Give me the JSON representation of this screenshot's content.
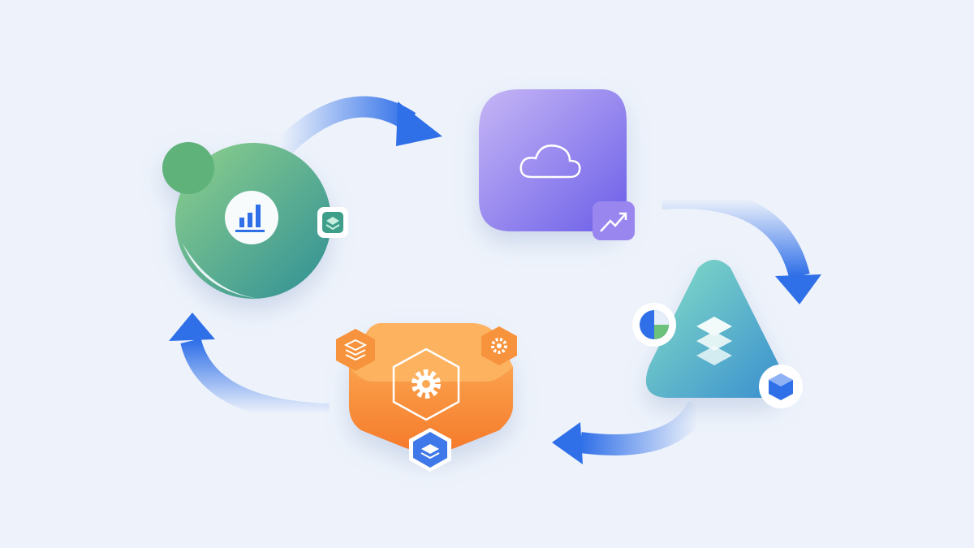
{
  "diagram": {
    "type": "cycle",
    "nodes": [
      {
        "name": "analytics",
        "icon": "bar-chart-icon",
        "badge": "layers-icon",
        "color": "#4fae8a"
      },
      {
        "name": "cloud",
        "icon": "cloud-icon",
        "badge": "trend-up-icon",
        "color": "#8b7cf0"
      },
      {
        "name": "data-layers",
        "icon": "stack-icon",
        "badges": [
          "pie-chart-icon",
          "cube-icon"
        ],
        "color": "#5cc3b8"
      },
      {
        "name": "processing",
        "icon": "gear-icon",
        "badges": [
          "layers-icon",
          "gear-icon",
          "layers-icon"
        ],
        "color": "#f7933c"
      }
    ],
    "arrow_color": "#2f6fe8",
    "background": "#eef3fb"
  }
}
